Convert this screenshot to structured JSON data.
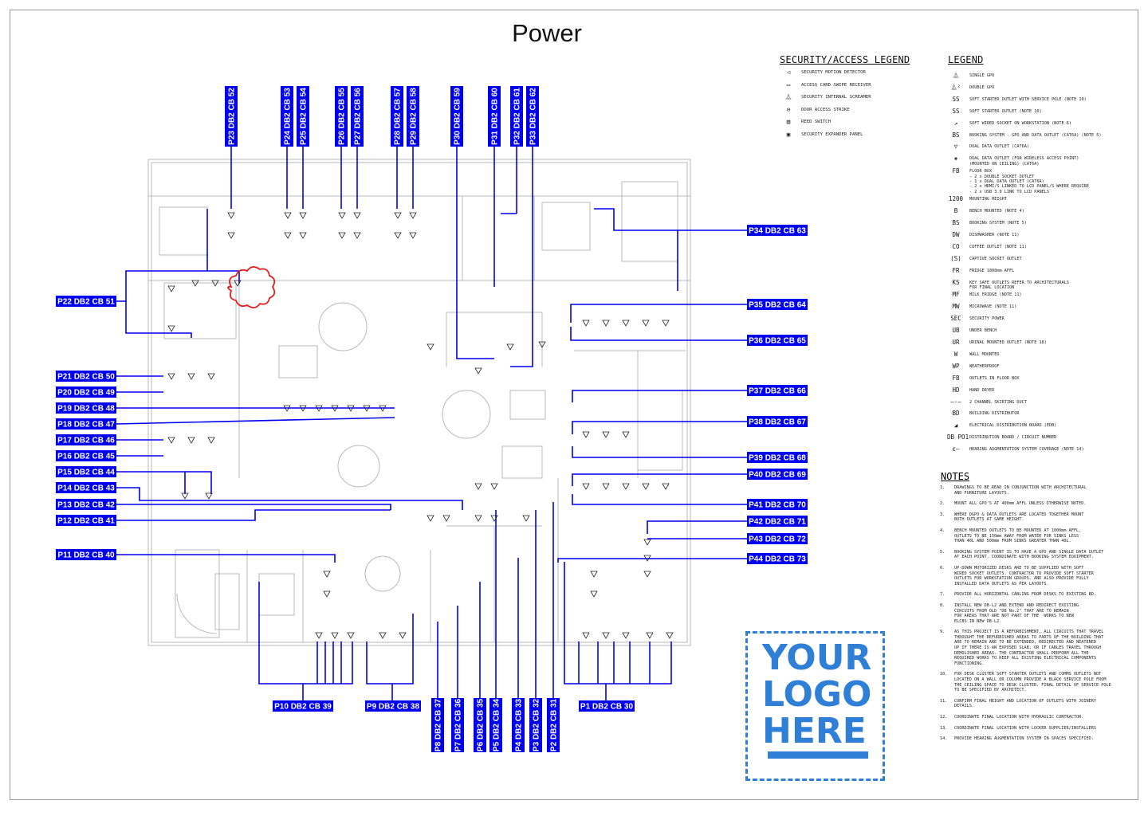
{
  "page_title": "Power",
  "security_legend": {
    "heading": "SECURITY/ACCESS LEGEND",
    "items": [
      {
        "icon": "motion-detector-icon",
        "label": "SECURITY MOTION DETECTOR"
      },
      {
        "icon": "card-reader-icon",
        "label": "ACCESS CARD SWIPE RECEIVER"
      },
      {
        "icon": "screamer-icon",
        "label": "SECURITY INTERNAL SCREAMER"
      },
      {
        "icon": "door-strike-icon",
        "label": "DOOR ACCESS STRIKE"
      },
      {
        "icon": "reed-switch-icon",
        "label": "REED SWITCH"
      },
      {
        "icon": "expander-panel-icon",
        "label": "SECURITY EXPANDER PANEL"
      }
    ]
  },
  "legend": {
    "heading": "LEGEND",
    "items": [
      {
        "symbol": "⏅",
        "label": "SINGLE GPO"
      },
      {
        "symbol": "⏅²",
        "label": "DOUBLE GPO"
      },
      {
        "symbol": "SS",
        "label": "SOFT STARTER OUTLET WITH SERVICE POLE (NOTE 10)"
      },
      {
        "symbol": "SS",
        "label": "SOFT STARTER OUTLET (NOTE 10)"
      },
      {
        "symbol": "↗",
        "label": "SOFT WIRED SOCKET ON WORKSTATION (NOTE 6)"
      },
      {
        "symbol": "BS",
        "label": "BOOKING SYSTEM - GPO AND DATA OUTLET (CAT6A) (NOTE 5)"
      },
      {
        "symbol": "▽",
        "label": "DUAL DATA OUTLET (CAT6A)"
      },
      {
        "symbol": "◈",
        "label": "DUAL DATA OUTLET (FOR WIRELESS ACCESS POINT)\n(MOUNTED ON CEILING) (CAT6A)"
      },
      {
        "symbol": "FB",
        "label": "FLOOR BOX\n- 2 x DOUBLE SOCKET OUTLET\n- 1 x DUAL DATA OUTLET (CAT6A)\n- 2 x HDMI/S LINKED TO LCD PANEL/S WHERE REQUIRE\n- 2 x USB 3.0 LINK TO LCD PANELS"
      },
      {
        "symbol": "1200",
        "label": "MOUNTING HEIGHT"
      },
      {
        "symbol": "B",
        "label": "BENCH MOUNTED (NOTE 4)"
      },
      {
        "symbol": "BS",
        "label": "BOOKING SYSTEM (NOTE 5)"
      },
      {
        "symbol": "DW",
        "label": "DISHWASHER (NOTE 11)"
      },
      {
        "symbol": "CO",
        "label": "COFFEE OUTLET (NOTE 11)"
      },
      {
        "symbol": "(S)",
        "label": "CAPTIVE SOCKET OUTLET"
      },
      {
        "symbol": "FR",
        "label": "FRIDGE 1800mm AFFL"
      },
      {
        "symbol": "KS",
        "label": "KEY SAFE OUTLETS REFER TO ARCHITECTURALS\nFOR FINAL LOCATION"
      },
      {
        "symbol": "MF",
        "label": "MILK FRIDGE (NOTE 11)"
      },
      {
        "symbol": "MW",
        "label": "MICROWAVE (NOTE 11)"
      },
      {
        "symbol": "SEC",
        "label": "SECURITY POWER"
      },
      {
        "symbol": "UB",
        "label": "UNDER BENCH"
      },
      {
        "symbol": "UR",
        "label": "URINAL MOUNTED OUTLET (NOTE 18)"
      },
      {
        "symbol": "W",
        "label": "WALL MOUNTED"
      },
      {
        "symbol": "WP",
        "label": "WEATHERPROOF"
      },
      {
        "symbol": "FB",
        "label": "OUTLETS IN FLOOR BOX"
      },
      {
        "symbol": "HD",
        "label": "HAND DRYER"
      },
      {
        "symbol": "—·—",
        "label": "2 CHANNEL SKIRTING DUCT"
      },
      {
        "symbol": "BD",
        "label": "BUILDING DISTRIBUTOR"
      },
      {
        "symbol": "◢",
        "label": "ELECTRICAL DISTRIBUTION BOARD (EDB)"
      },
      {
        "symbol": "DB PO1",
        "label": "DISTRIBUTION BOARD / CIRCUIT NUMBER"
      },
      {
        "symbol": "ε—",
        "label": "HEARING AUGMENTATION SYSTEM COVERAGE (NOTE 14)"
      }
    ]
  },
  "notes": {
    "heading": "NOTES",
    "items": [
      {
        "num": "1.",
        "text": "DRAWINGS TO BE READ IN CONJUNCTION WITH ARCHITECTURAL\nAND FURNITURE LAYOUTS."
      },
      {
        "num": "2.",
        "text": "MOUNT ALL GPO'S AT 400mm AFFL UNLESS OTHERWISE NOTED."
      },
      {
        "num": "3.",
        "text": "WHERE DGPO & DATA OUTLETS ARE LOCATED TOGETHER MOUNT\nBOTH OUTLETS AT SAME HEIGHT."
      },
      {
        "num": "4.",
        "text": "BENCH MOUNTED OUTLETS TO BE MOUNTED AT 1000mm AFFL.\nOUTLETS TO BE 150mm AWAY FROM WATER FOR SINKS LESS\nTHAN 40L AND 500mm FROM SINKS GREATER THAN 40L."
      },
      {
        "num": "5.",
        "text": "BOOKING SYSTEM POINT IS TO HAVE A GPO AND SINGLE DATA OUTLET\nAT EACH POINT. COORDINATE WITH BOOKING SYSTEM EQUIPMENT."
      },
      {
        "num": "6.",
        "text": "UP-DOWN MOTORIZED DESKS ARE TO BE SUPPLIED WITH SOFT\nWIRED SOCKET OUTLETS. CONTRACTOR TO PROVIDE SOFT STARTER\nOUTLETS FOR WORKSTATION GROUPS. AND ALSO PROVIDE FULLY\nINSTALLED DATA OUTLETS AS PER LAYOUTS."
      },
      {
        "num": "7.",
        "text": "PROVIDE ALL HORIZONTAL CABLING FROM DESKS TO EXISTING BD."
      },
      {
        "num": "8.",
        "text": "INSTALL NEW DB-L2 AND EXTEND AND REDIRECT EXISTING\nCIRCUITS FROM OLD \"DB No.2\" THAT ARE TO REMAIN\nFOR AREAS THAT ARE NOT PART OF THE  WORKS TO NEW\nELCBS IN NEW DB-L2."
      },
      {
        "num": "9.",
        "text": "AS THIS PROJECT IS A REFURBISHMENT, ALL CIRCUITS THAT TRAVEL\nTHROUGHT THE REFURBISHED AREAS TO PARTS OF THE BUILDING THAT\nARE TO REMAIN ARE TO BE EXTENDED, REDIRECTED AND NEATENED\nUP IF THERE IS AN EXPOSED SLAB, OR IF CABLES TRAVEL THROUGH\nDEMOLISHED AREAS. THE CONTRACTOR SHALL PERFORM ALL THE\nREQUIRED WORKS TO KEEP ALL EXISTING ELECTRICAL COMPONENTS\nFUNCTIONING."
      },
      {
        "num": "10.",
        "text": "FOR DESK CLUSTER SOFT STARTER OUTLETS AND COMMS OUTLETS NOT\nLOCATED ON A WALL OR COLUMN PROVIDE A BLACK SERVICE POLE FROM\nTHE CEILING SPACE TO DESK CLUSTER. FINAL DETAIL OF SERVICE POLE\nTO BE SPECIFIED BY ARCHITECT."
      },
      {
        "num": "11.",
        "text": "CONFIRM FINAL HEIGHT AND LOCATION OF OUTLETS WITH JOINERY\nDETAILS."
      },
      {
        "num": "12.",
        "text": "COORDINATE FINAL LOCATION WITH HYDRAULIC CONTRACTOR."
      },
      {
        "num": "13.",
        "text": "COORDINATE FINAL LOCATION WITH LOCKER SUPPLIER/INSTALLERS"
      },
      {
        "num": "14.",
        "text": "PROVIDE HEARING AUGMENTATION SYSTEM IN SPACES SPECIFIED."
      }
    ]
  },
  "logo_text": "YOUR\nLOGO\nHERE",
  "colors": {
    "circuit": "#0000ee",
    "tag_bg": "#0000ee",
    "tag_text": "#ffffff",
    "logo": "#2f7fd6",
    "revision_cloud": "#e02020"
  },
  "circuit_labels": {
    "top": [
      "P23 DB2 CB 52",
      "P24 DB2 CB 53",
      "P25 DB2 CB 54",
      "P26 DB2 CB 55",
      "P27 DB2 CB 56",
      "P28 DB2 CB 57",
      "P29 DB2 CB 58",
      "P30 DB2 CB 59",
      "P31 DB2 CB 60",
      "P32 DB2 CB 61",
      "P33 DB2 CB 62"
    ],
    "left": [
      "P22 DB2 CB 51",
      "P21 DB2 CB 50",
      "P20 DB2 CB 49",
      "P19 DB2 CB 48",
      "P18 DB2 CB 47",
      "P17 DB2 CB 46",
      "P16 DB2 CB 45",
      "P15 DB2 CB 44",
      "P14 DB2 CB 43",
      "P13 DB2 CB 42",
      "P12 DB2 CB 41",
      "P11 DB2 CB 40"
    ],
    "right": [
      "P34 DB2 CB 63",
      "P35 DB2 CB 64",
      "P36 DB2 CB 65",
      "P37 DB2 CB 66",
      "P38 DB2 CB 67",
      "P39 DB2 CB 68",
      "P40 DB2 CB 69",
      "P41 DB2 CB 70",
      "P42 DB2 CB 71",
      "P43 DB2 CB 72",
      "P44 DB2 CB 73"
    ],
    "bottom_horizontal": [
      "P10 DB2 CB 39",
      "P9 DB2 CB 38",
      "P1 DB2 CB 30"
    ],
    "bottom_vertical": [
      "P8 DB2 CB 37",
      "P7 DB2 CB 36",
      "P6 DB2 CB 35",
      "P5 DB2 CB 34",
      "P4 DB2 CB 33",
      "P3 DB2 CB 32",
      "P2 DB2 CB 31"
    ]
  }
}
